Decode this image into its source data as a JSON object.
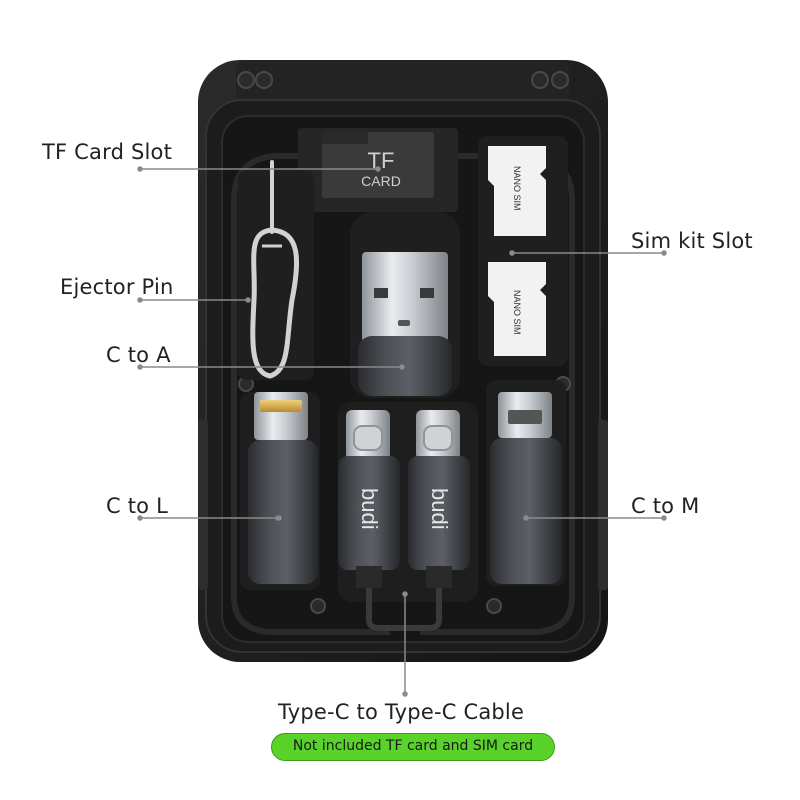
{
  "callouts": {
    "tf_card_slot": "TF Card Slot",
    "sim_kit_slot": "Sim kit Slot",
    "ejector_pin": "Ejector Pin",
    "c_to_a": "C to A",
    "c_to_l": "C to L",
    "c_to_m": "C to M",
    "type_c_cable": "Type-C to Type-C Cable"
  },
  "notice_badge": "Not included TF card and SIM card",
  "product_labels": {
    "tf_card_top": "TF",
    "tf_card_bottom": "CARD",
    "sim_top": "NANO SIM",
    "sim_bottom": "NANO SIM",
    "brand_left": "budi",
    "brand_right": "budi"
  },
  "colors": {
    "badge_green": "#59d22a",
    "case_black": "#1a1a1a",
    "leader_line": "#8a8a8a"
  }
}
